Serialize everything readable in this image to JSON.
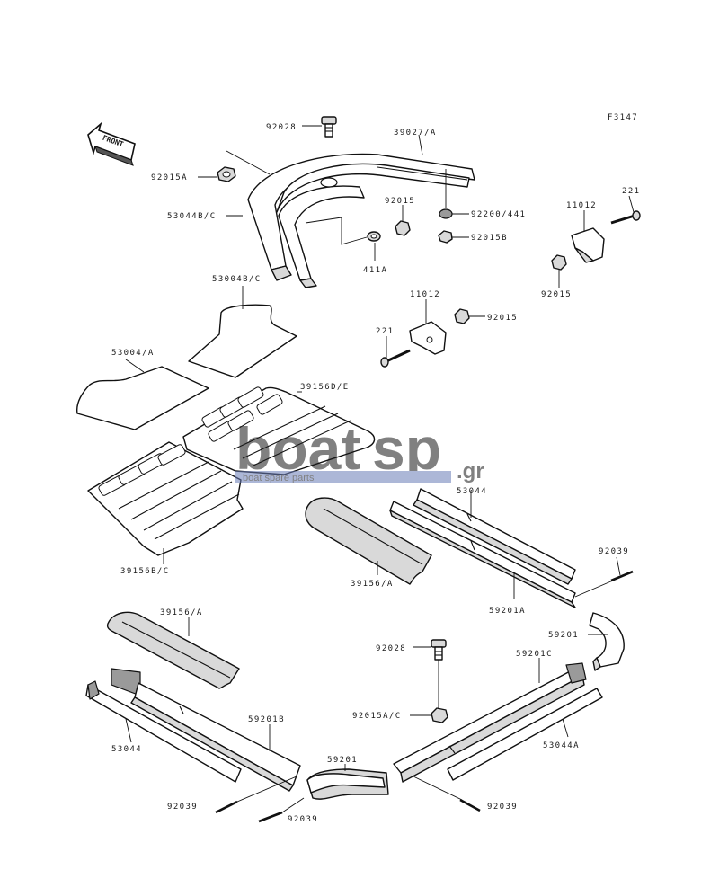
{
  "figure_code": "F3147",
  "front_arrow": "FRONT",
  "watermark": {
    "brand_left": "boat",
    "brand_right": "sp",
    "domain": ".gr",
    "tagline": "boat spare parts"
  },
  "labels": {
    "l92028_top": "92028",
    "l39027": "39027/A",
    "l92015A": "92015A",
    "l53044BC": "53044B/C",
    "l92015_mid": "92015",
    "l92200": "92200/441",
    "l92015B": "92015B",
    "l411A": "411A",
    "l11012_r": "11012",
    "l221_r": "221",
    "l92015_r": "92015",
    "l53004BC": "53004B/C",
    "l11012_c": "11012",
    "l221_c": "221",
    "l92015_c": "92015",
    "l53004A": "53004/A",
    "l39156DE": "39156D/E",
    "l39156BC": "39156B/C",
    "l53044_r": "53044",
    "l39156A_c": "39156/A",
    "l92039_r": "92039",
    "l59201A": "59201A",
    "l59201_r": "59201",
    "l39156A_l": "39156/A",
    "l92028_b": "92028",
    "l59201C": "59201C",
    "l92015AC": "92015A/C",
    "l59201B": "59201B",
    "l53044_l": "53044",
    "l53044A": "53044A",
    "l59201_b": "59201",
    "l92039_bl": "92039",
    "l92039_bc": "92039",
    "l92039_br": "92039"
  }
}
